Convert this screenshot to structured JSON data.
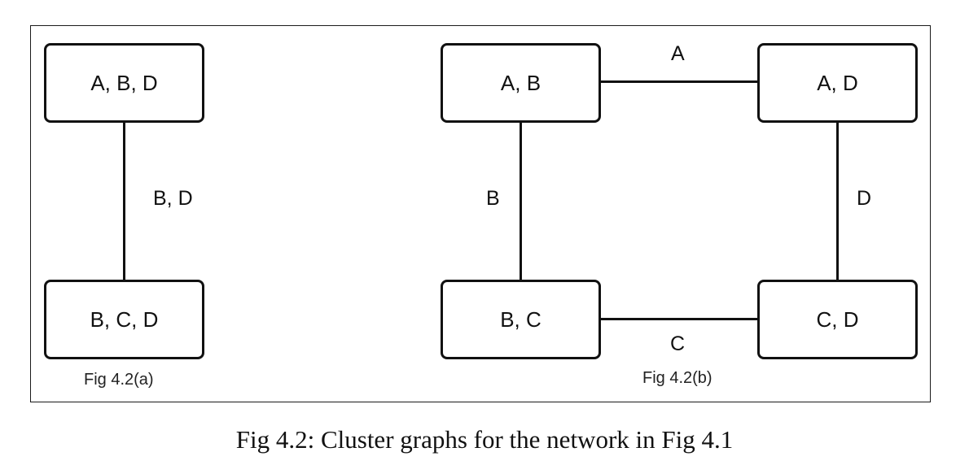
{
  "fig_a": {
    "nodes": [
      "A, B, D",
      "B, C, D"
    ],
    "separator": "B, D",
    "label": "Fig 4.2(a)"
  },
  "fig_b": {
    "nodes": [
      "A, B",
      "A, D",
      "B, C",
      "C, D"
    ],
    "separators": {
      "top": "A",
      "left": "B",
      "right": "D",
      "bottom": "C"
    },
    "label": "Fig 4.2(b)"
  },
  "caption": "Fig 4.2: Cluster graphs for the network in Fig 4.1"
}
